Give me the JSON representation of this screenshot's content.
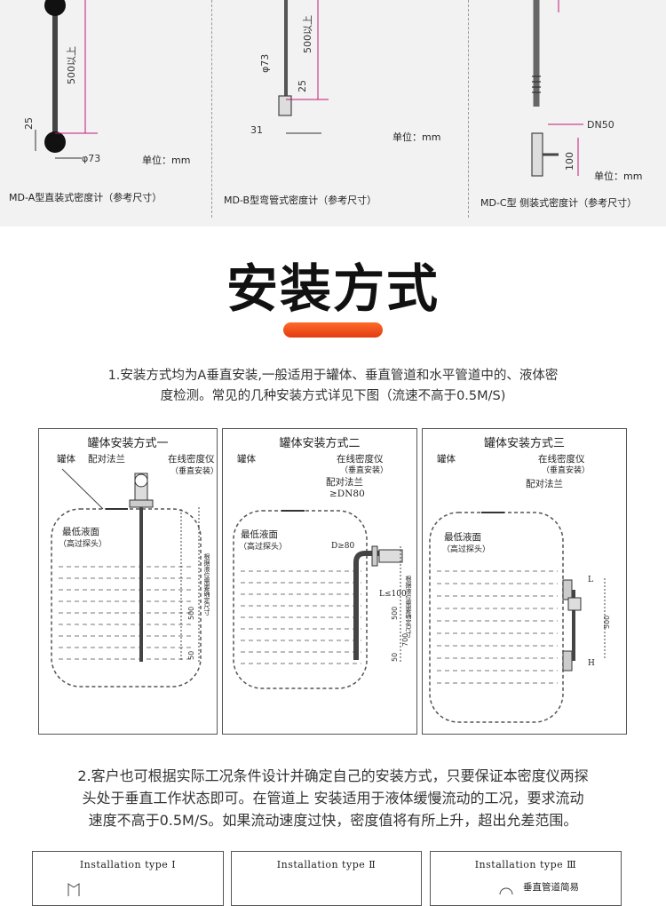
{
  "top_panels": [
    {
      "caption": "MD-A型直装式密度计（参考尺寸）",
      "dims": {
        "d1": "500以上",
        "d2": "25",
        "d3": "φ73"
      },
      "unit": "单位：mm"
    },
    {
      "caption": "MD-B型弯管式密度计（参考尺寸）",
      "dims": {
        "d1": "500以上",
        "d2": "φ73",
        "d3": "25",
        "d4": "31"
      },
      "unit": "单位：mm"
    },
    {
      "caption": "MD-C型 侧装式密度计（参考尺寸）",
      "dims": {
        "d1": "DN50",
        "d2": "100"
      },
      "unit": "单位：mm"
    }
  ],
  "section": {
    "heading": "安装方式",
    "para1_line1": "1.安装方式均为A垂直安装,一般适用于罐体、垂直管道和水平管道中的、液体密",
    "para1_line2": "度检测。常见的几种安装方式详见下图（流速不高于0.5M/S)",
    "para2_line1": "2.客户也可根据实际工况条件设计并确定自己的安装方式，只要保证本密度仪两探",
    "para2_line2": "头处于垂直工作状态即可。在管道上 安装适用于液体缓慢流动的工况，要求流动",
    "para2_line3": "速度不高于0.5M/S。如果流动速度过快，密度值将有所上升，超出允差范围。"
  },
  "diagrams": [
    {
      "title": "罐体安装方式一",
      "tank": "罐体",
      "flange": "配对法兰",
      "meter": "在线密度仪",
      "meter_note": "（垂直安装）",
      "level": "最低液面",
      "level_note": "（高过探头）",
      "dim_a": "500",
      "dim_b": "50",
      "dim_note": "根据液位需要确定尺寸"
    },
    {
      "title": "罐体安装方式二",
      "tank": "罐体",
      "meter": "在线密度仪",
      "meter_note": "（垂直安装）",
      "flange": "配对法兰",
      "dn": "≥DN80",
      "level": "最低液面",
      "level_note": "（高过探头）",
      "d_label": "D≥80",
      "l_label": "L≤100",
      "dim_a": "500",
      "dim_b": "700",
      "dim_c": "50",
      "dim_note": "根据液位需要确定尺寸"
    },
    {
      "title": "罐体安装方式三",
      "tank": "罐体",
      "meter": "在线密度仪",
      "meter_note": "（垂直安装）",
      "flange": "配对法兰",
      "level": "最低液面",
      "level_note": "（高过探头）",
      "l1": "L",
      "l2": "H",
      "dim_a": "500"
    }
  ],
  "install_types": [
    {
      "label": "Installation type Ⅰ"
    },
    {
      "label": "Installation type Ⅱ"
    },
    {
      "label": "Installation type Ⅲ",
      "note": "垂直管道简易"
    }
  ],
  "colors": {
    "accent": "#e8461a",
    "dim_magenta": "#c2187a",
    "line": "#333333"
  }
}
